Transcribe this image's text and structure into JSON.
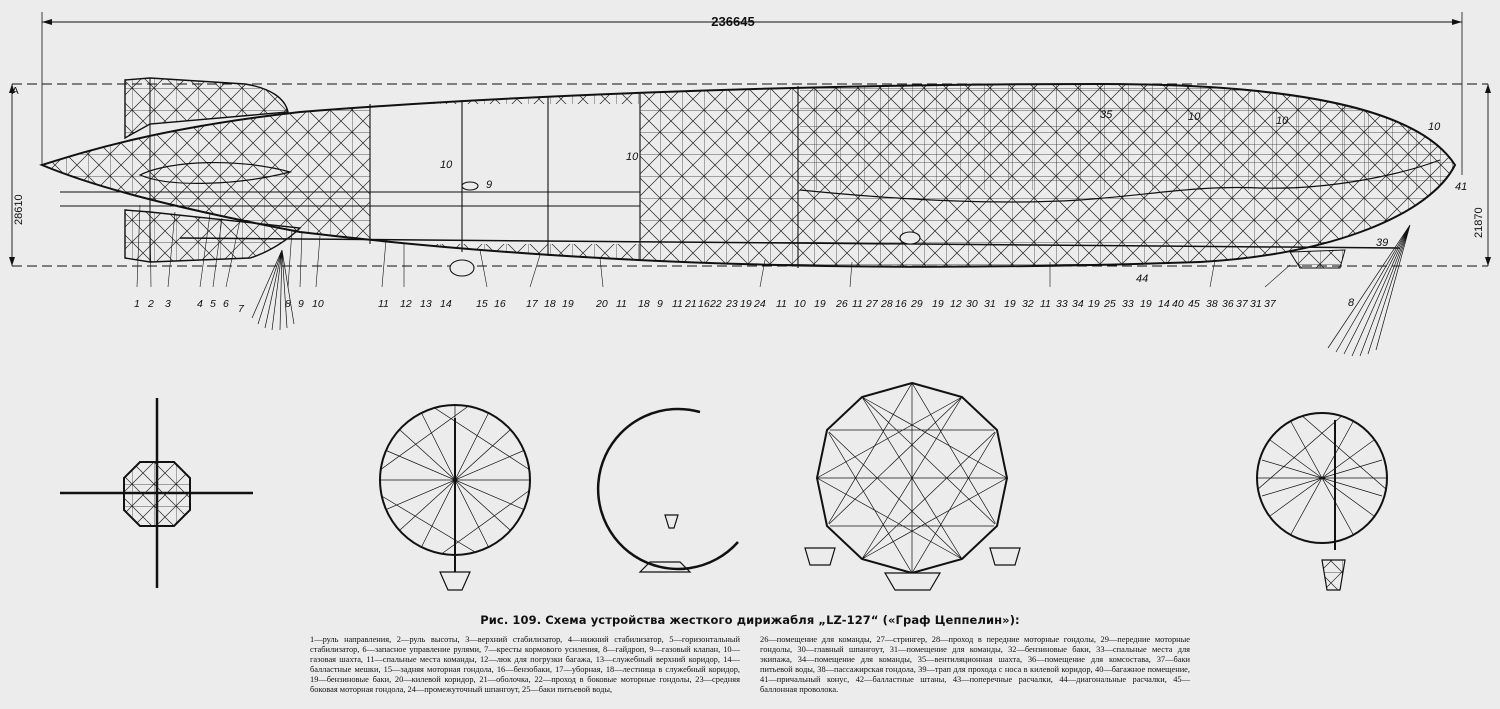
{
  "figure": {
    "caption": "Рис. 109. Схема устройства жесткого дирижабля „LZ-127“ («Граф Цеппелин»):",
    "dimensions": {
      "length": "236645",
      "height_left": "28610",
      "height_right": "21870",
      "marker_a": "А"
    },
    "hull_labels": {
      "l35": "35",
      "l10a": "10",
      "l10b": "10",
      "l10c": "10",
      "l10d": "10",
      "l10e": "10",
      "l9": "9",
      "l41": "41",
      "l39": "39",
      "l44": "44",
      "l8": "8"
    },
    "callouts": [
      "1",
      "2",
      "3",
      "4",
      "5",
      "6",
      "7",
      "8",
      "9",
      "10",
      "11",
      "12",
      "13",
      "14",
      "15",
      "16",
      "17",
      "18",
      "19",
      "20",
      "11",
      "18",
      "9",
      "11",
      "21",
      "16",
      "22",
      "23",
      "19",
      "24",
      "11",
      "10",
      "19",
      "26",
      "11",
      "27",
      "28",
      "16",
      "29",
      "19",
      "12",
      "30",
      "31",
      "19",
      "32",
      "11",
      "33",
      "34",
      "19",
      "25",
      "33",
      "19",
      "14",
      "40",
      "45",
      "38",
      "36",
      "37",
      "31",
      "37"
    ],
    "legend_left": "1—руль направления, 2—руль высоты, 3—верхний стабилизатор, 4—нижний стабилизатор, 5—горизонтальный стабилизатор, 6—запасное управление рулями, 7—кресты кормового усиления, 8—гайдроп, 9—газовый клапан, 10—газовая шахта, 11—спальные места команды, 12—люк для погрузки багажа, 13—служебный верхний коридор, 14—балластные мешки, 15—задняя моторная гондола, 16—бензобаки, 17—уборная, 18—лестница в служебный коридор, 19—бензиновые баки, 20—килевой коридор, 21—оболочка, 22—проход в боковые моторные гондолы, 23—средняя боковая моторная гондола, 24—промежуточный шпангоут, 25—баки питьевой воды,",
    "legend_right": "26—помещение для команды, 27—стрингер, 28—проход в передние моторные гондолы, 29—передние моторные гондолы, 30—главный шпангоут, 31—помещение для команды, 32—бензиновые баки, 33—спальные места для экипажа, 34—помещение для команды, 35—вентиляционная шахта, 36—помещение для комсостава, 37—баки питьевой воды, 38—пассажирская гондола, 39—трап для прохода с носа в килевой коридор, 40—багажное помещение, 41—причальный конус, 42—балластные штаны, 43—поперечные расчалки, 44—диагональные расчалки, 45—баллонная проволока."
  }
}
